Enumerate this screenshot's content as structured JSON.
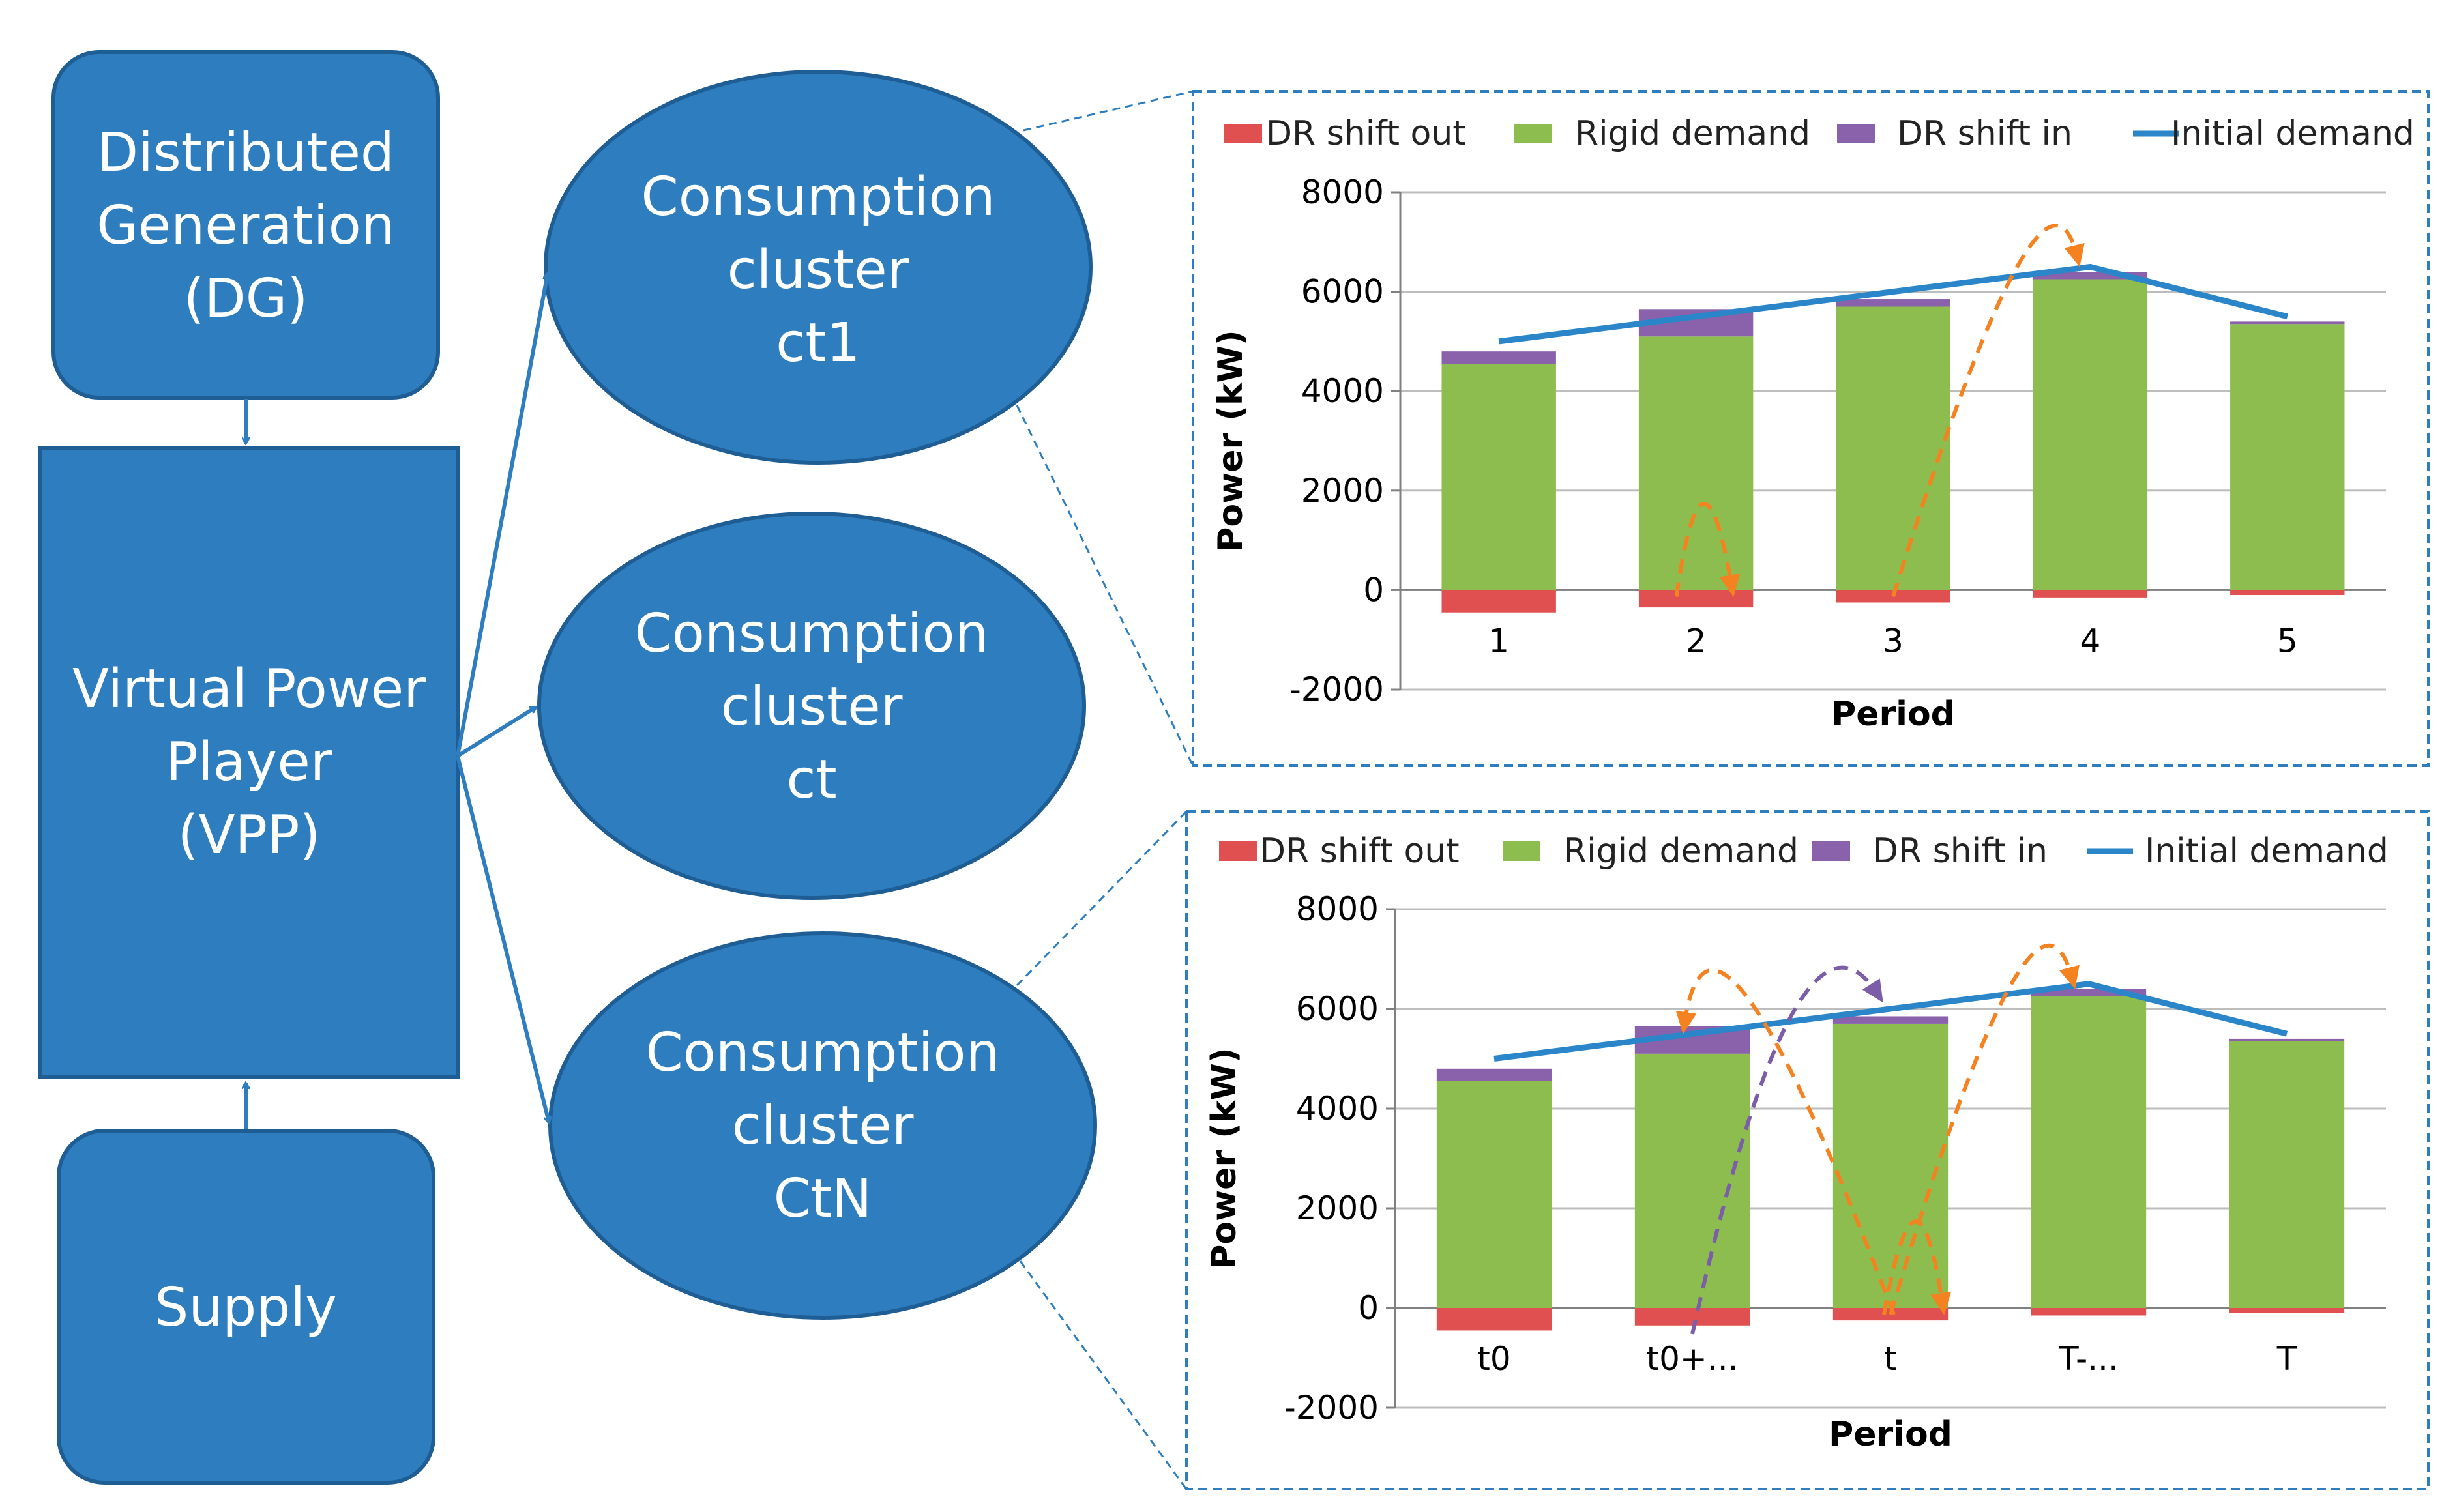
{
  "colors": {
    "box_fill": "#2e7ebf",
    "box_stroke": "#1f5d95",
    "arrow": "#2e7ebf",
    "dashed_border": "#2e7ebf",
    "dr_shift_out": "#e05050",
    "rigid_demand": "#8cbd4e",
    "dr_shift_in": "#8a62ac",
    "initial_demand": "#2a86c8",
    "shift_arrow_orange": "#f58220",
    "shift_arrow_purple": "#7b5ea7",
    "gridline": "#bdbdbd"
  },
  "boxes": {
    "dg": [
      "Distributed",
      "Generation",
      "(DG)"
    ],
    "vpp": [
      "Virtual Power",
      "Player",
      "(VPP)"
    ],
    "supply": [
      "Supply"
    ]
  },
  "clusters": [
    [
      "Consumption",
      "cluster",
      "ct1"
    ],
    [
      "Consumption",
      "cluster",
      "ct"
    ],
    [
      "Consumption",
      "cluster",
      "CtN"
    ]
  ],
  "chart_data": [
    {
      "type": "bar",
      "stacked": true,
      "categories": [
        "1",
        "2",
        "3",
        "4",
        "5"
      ],
      "series": [
        {
          "name": "DR shift out",
          "values": [
            -450,
            -350,
            -250,
            -150,
            -100
          ]
        },
        {
          "name": "Rigid demand",
          "values": [
            4550,
            5100,
            5700,
            6250,
            5350
          ]
        },
        {
          "name": "DR shift in",
          "values": [
            250,
            550,
            150,
            150,
            50
          ]
        }
      ],
      "line": {
        "name": "Initial demand",
        "values": [
          5000,
          5500,
          6000,
          6500,
          5500
        ]
      },
      "xlabel": "Period",
      "ylabel": "Power (kW)",
      "ylim": [
        -2000,
        8000
      ],
      "yticks": [
        "8000",
        "6000",
        "4000",
        "2000",
        "0",
        "-2000"
      ],
      "grid": true,
      "legend_position": "top"
    },
    {
      "type": "bar",
      "stacked": true,
      "categories": [
        "t0",
        "t0+...",
        "t",
        "T-...",
        "T"
      ],
      "series": [
        {
          "name": "DR shift out",
          "values": [
            -450,
            -350,
            -250,
            -150,
            -100
          ]
        },
        {
          "name": "Rigid demand",
          "values": [
            4550,
            5100,
            5700,
            6250,
            5350
          ]
        },
        {
          "name": "DR shift in",
          "values": [
            250,
            550,
            150,
            150,
            50
          ]
        }
      ],
      "line": {
        "name": "Initial demand",
        "values": [
          5000,
          5500,
          6000,
          6500,
          5500
        ]
      },
      "xlabel": "Period",
      "ylabel": "Power (kW)",
      "ylim": [
        -2000,
        8000
      ],
      "yticks": [
        "8000",
        "6000",
        "4000",
        "2000",
        "0",
        "-2000"
      ],
      "grid": true,
      "legend_position": "top"
    }
  ]
}
